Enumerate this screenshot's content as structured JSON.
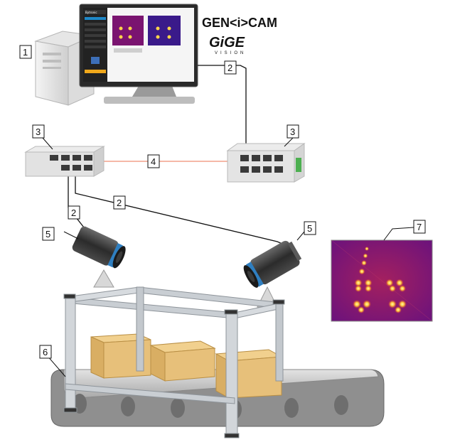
{
  "logos": {
    "genicam": "GEN<i>CAM",
    "gige": "GiGE",
    "vision": "VISION"
  },
  "callouts": {
    "pc": "1",
    "cable_top": "2",
    "switch_left": "3",
    "switch_right": "3",
    "fiber": "4",
    "cable_left": "2",
    "cable_mid": "2",
    "camera_left": "5",
    "camera_right": "5",
    "conveyor": "6",
    "thermal": "7"
  },
  "monitor_app": {
    "brand": "Bytronic"
  },
  "colors": {
    "fiber": "#f2a08a",
    "thermal_bg": "#8e1a8c",
    "hotspot": "#ffd54a",
    "aluminum": "#c9ced3",
    "box": "#e7c07a",
    "camera_ring": "#2f7fc1"
  }
}
